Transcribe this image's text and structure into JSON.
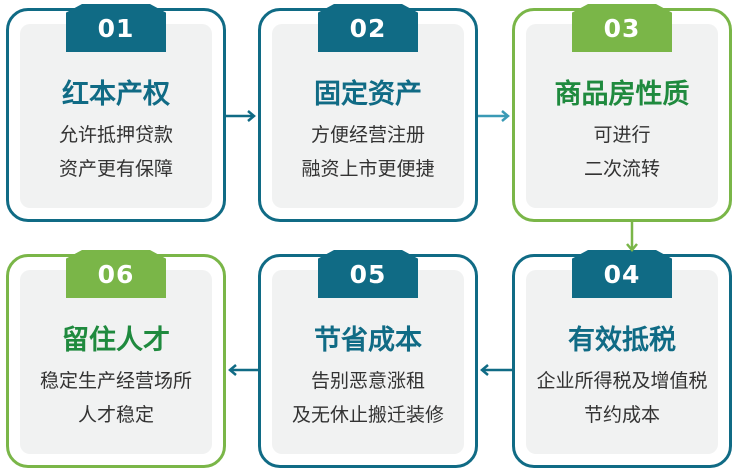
{
  "steps": [
    {
      "number": "01",
      "title": "红本产权",
      "lines": [
        "允许抵押贷款",
        "资产更有保障"
      ]
    },
    {
      "number": "02",
      "title": "固定资产",
      "lines": [
        "方便经营注册",
        "融资上市更便捷"
      ]
    },
    {
      "number": "03",
      "title": "商品房性质",
      "lines": [
        "可进行",
        "二次流转"
      ]
    },
    {
      "number": "04",
      "title": "有效抵税",
      "lines": [
        "企业所得税及增值税",
        "节约成本"
      ]
    },
    {
      "number": "05",
      "title": "节省成本",
      "lines": [
        "告别恶意涨租",
        "及无休止搬迁装修"
      ]
    },
    {
      "number": "06",
      "title": "留住人才",
      "lines": [
        "稳定生产经营场所",
        "人才稳定"
      ]
    }
  ],
  "colors": {
    "teal": "#106b85",
    "green": "#7ab648",
    "green_title": "#1f8a3e"
  }
}
